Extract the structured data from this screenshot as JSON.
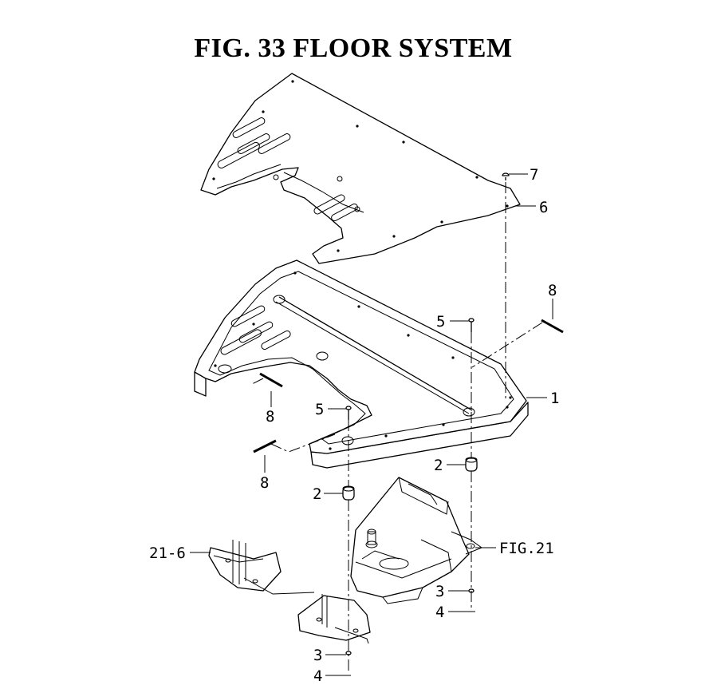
{
  "title": "FIG. 33  FLOOR SYSTEM",
  "callouts": {
    "c1": "1",
    "c2a": "2",
    "c2b": "2",
    "c3a": "3",
    "c3b": "3",
    "c4a": "4",
    "c4b": "4",
    "c5a": "5",
    "c5b": "5",
    "c6": "6",
    "c7": "7",
    "c8a": "8",
    "c8b": "8",
    "c8c": "8",
    "c21_6": "21-6",
    "fig21": "FIG.21"
  }
}
